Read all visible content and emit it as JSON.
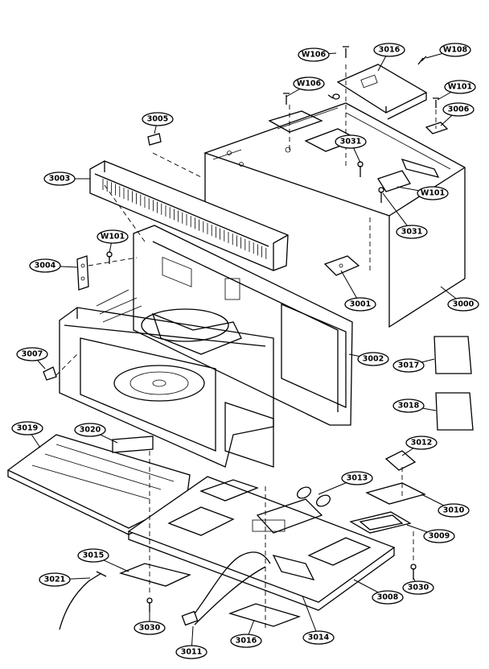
{
  "diagram": {
    "callouts": [
      {
        "id": "W106a",
        "text": "W106"
      },
      {
        "id": "3016a",
        "text": "3016"
      },
      {
        "id": "W108",
        "text": "W108"
      },
      {
        "id": "W106b",
        "text": "W106"
      },
      {
        "id": "W101a",
        "text": "W101"
      },
      {
        "id": "3006",
        "text": "3006"
      },
      {
        "id": "3005",
        "text": "3005"
      },
      {
        "id": "3031a",
        "text": "3031"
      },
      {
        "id": "3003",
        "text": "3003"
      },
      {
        "id": "W101b",
        "text": "W101"
      },
      {
        "id": "3031b",
        "text": "3031"
      },
      {
        "id": "W101c",
        "text": "W101"
      },
      {
        "id": "3004",
        "text": "3004"
      },
      {
        "id": "3001",
        "text": "3001"
      },
      {
        "id": "3000",
        "text": "3000"
      },
      {
        "id": "3007",
        "text": "3007"
      },
      {
        "id": "3002",
        "text": "3002"
      },
      {
        "id": "3017",
        "text": "3017"
      },
      {
        "id": "3018",
        "text": "3018"
      },
      {
        "id": "3019",
        "text": "3019"
      },
      {
        "id": "3020",
        "text": "3020"
      },
      {
        "id": "3012",
        "text": "3012"
      },
      {
        "id": "3013",
        "text": "3013"
      },
      {
        "id": "3010",
        "text": "3010"
      },
      {
        "id": "3009",
        "text": "3009"
      },
      {
        "id": "3015",
        "text": "3015"
      },
      {
        "id": "3021",
        "text": "3021"
      },
      {
        "id": "3008",
        "text": "3008"
      },
      {
        "id": "3030a",
        "text": "3030"
      },
      {
        "id": "3030b",
        "text": "3030"
      },
      {
        "id": "3011",
        "text": "3011"
      },
      {
        "id": "3016b",
        "text": "3016"
      },
      {
        "id": "3014",
        "text": "3014"
      }
    ]
  }
}
